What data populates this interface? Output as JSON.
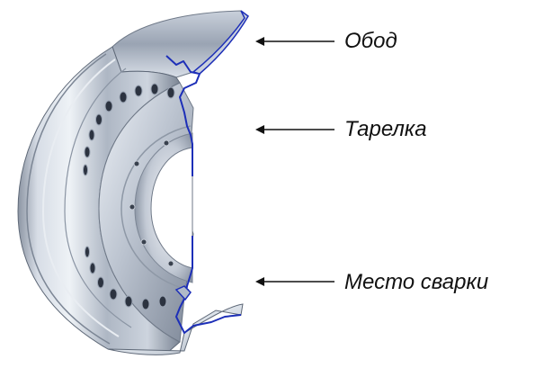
{
  "labels": {
    "rim": "Обод",
    "disc": "Тарелка",
    "weld": "Место сварки"
  },
  "colors": {
    "steel_light": "#dfe5ee",
    "steel_mid": "#aeb7c4",
    "steel_dark": "#6f7988",
    "section_edge": "#1d2fb8",
    "arrow": "#111111"
  },
  "icons": {
    "part": "steel-wheel-cutaway",
    "pointer": "left-arrow"
  }
}
